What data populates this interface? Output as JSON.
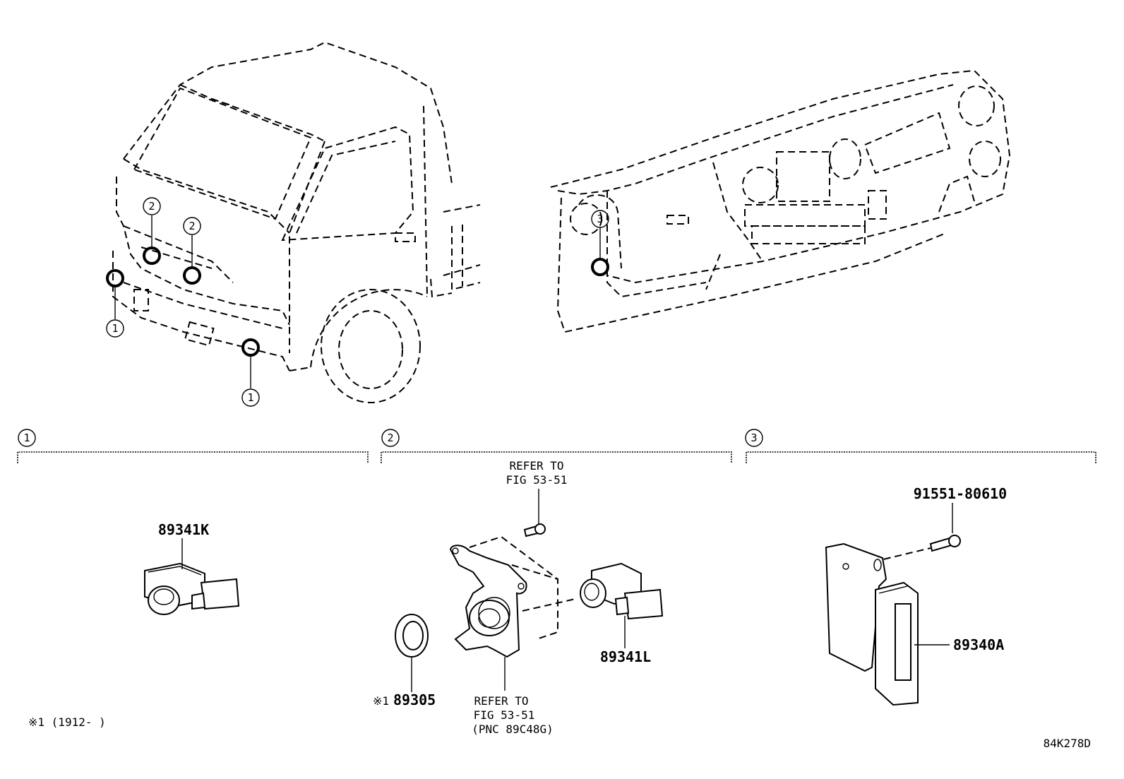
{
  "sections": [
    {
      "id": "1",
      "label": "1"
    },
    {
      "id": "2",
      "label": "2"
    },
    {
      "id": "3",
      "label": "3"
    }
  ],
  "callouts": {
    "truck_top_left": "2",
    "truck_top_mid": "2",
    "truck_bottom_left": "1",
    "truck_bottom_right": "1",
    "dash": "3"
  },
  "parts": {
    "p89341K": "89341K",
    "p89341L": "89341L",
    "p89340A": "89340A",
    "p91551": "91551-80610",
    "p89305": "89305",
    "p89305_mark": "※1"
  },
  "refer_top": [
    "REFER TO",
    "FIG 53-51"
  ],
  "refer_bottom": [
    "REFER TO",
    "FIG 53-51",
    "(PNC 89C48G)"
  ],
  "footnote": "※1 (1912-      )",
  "figure_code": "84K278D"
}
